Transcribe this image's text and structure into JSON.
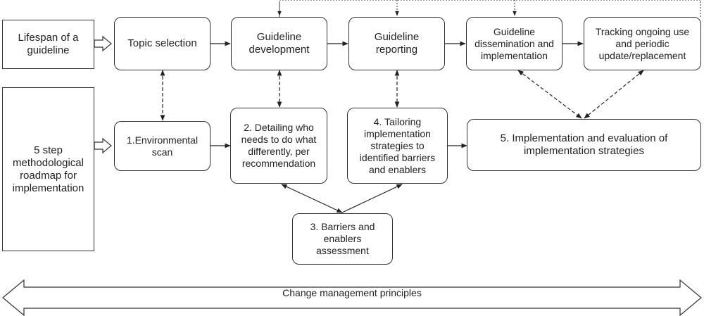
{
  "lifespan": {
    "label": "Lifespan of a guideline",
    "steps": [
      "Topic selection",
      "Guideline development",
      "Guideline reporting",
      "Guideline dissemination and implementation",
      "Tracking ongoing use and periodic update/replacement"
    ]
  },
  "roadmap": {
    "label": "5 step methodological roadmap for implementation",
    "steps": [
      "1.Environmental scan",
      "2. Detailing who needs to do what differently, per recommendation",
      "3. Barriers and enablers assessment",
      "4. Tailoring implementation strategies to identified barriers and enablers",
      "5. Implementation and evaluation of implementation strategies"
    ]
  },
  "banner": {
    "label": "Change management principles"
  }
}
